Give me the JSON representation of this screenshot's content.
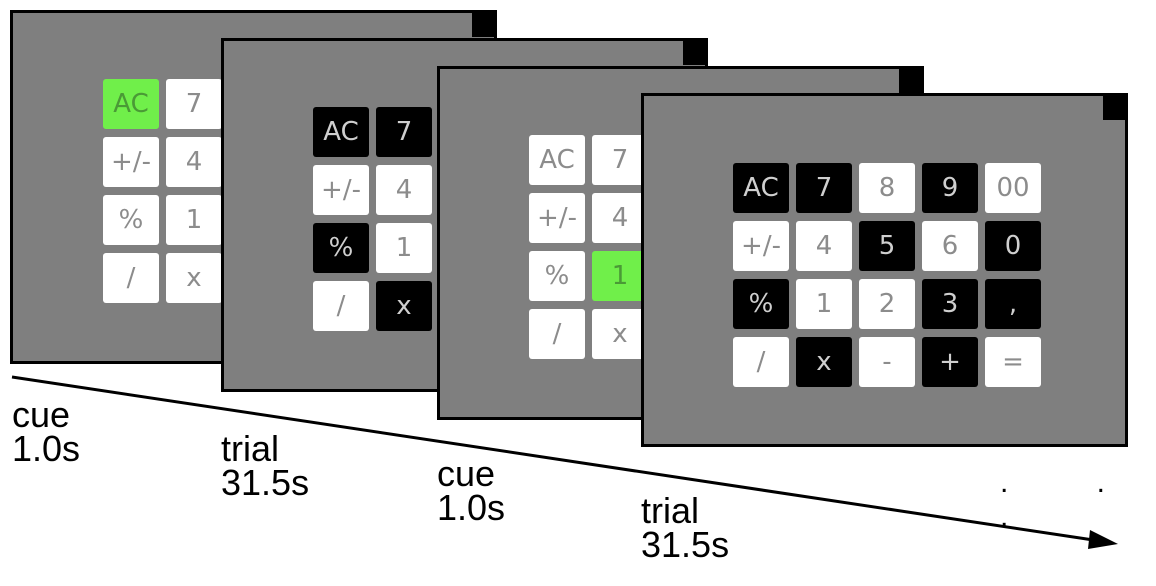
{
  "panels": [
    {
      "keys": [
        {
          "label": "AC",
          "style": "g"
        },
        {
          "label": "7",
          "style": "w"
        },
        {
          "label": "+/-",
          "style": "w"
        },
        {
          "label": "4",
          "style": "w"
        },
        {
          "label": "%",
          "style": "w"
        },
        {
          "label": "1",
          "style": "w"
        },
        {
          "label": "/",
          "style": "w"
        },
        {
          "label": "x",
          "style": "w"
        }
      ]
    },
    {
      "keys": [
        {
          "label": "AC",
          "style": "b"
        },
        {
          "label": "7",
          "style": "b"
        },
        {
          "label": "+/-",
          "style": "w"
        },
        {
          "label": "4",
          "style": "w"
        },
        {
          "label": "%",
          "style": "b"
        },
        {
          "label": "1",
          "style": "w"
        },
        {
          "label": "/",
          "style": "w"
        },
        {
          "label": "x",
          "style": "b"
        }
      ]
    },
    {
      "keys": [
        {
          "label": "AC",
          "style": "w"
        },
        {
          "label": "7",
          "style": "w"
        },
        {
          "label": "+/-",
          "style": "w"
        },
        {
          "label": "4",
          "style": "w"
        },
        {
          "label": "%",
          "style": "w"
        },
        {
          "label": "1",
          "style": "g"
        },
        {
          "label": "/",
          "style": "w"
        },
        {
          "label": "x",
          "style": "w"
        }
      ]
    },
    {
      "keys": [
        {
          "label": "AC",
          "style": "b"
        },
        {
          "label": "7",
          "style": "b"
        },
        {
          "label": "8",
          "style": "w"
        },
        {
          "label": "9",
          "style": "b"
        },
        {
          "label": "00",
          "style": "w"
        },
        {
          "label": "+/-",
          "style": "w"
        },
        {
          "label": "4",
          "style": "w"
        },
        {
          "label": "5",
          "style": "b"
        },
        {
          "label": "6",
          "style": "w"
        },
        {
          "label": "0",
          "style": "b"
        },
        {
          "label": "%",
          "style": "b"
        },
        {
          "label": "1",
          "style": "w"
        },
        {
          "label": "2",
          "style": "w"
        },
        {
          "label": "3",
          "style": "b"
        },
        {
          "label": ",",
          "style": "b"
        },
        {
          "label": "/",
          "style": "w"
        },
        {
          "label": "x",
          "style": "b"
        },
        {
          "label": "-",
          "style": "w"
        },
        {
          "label": "+",
          "style": "b"
        },
        {
          "label": "=",
          "style": "w"
        }
      ]
    }
  ],
  "timeline": [
    {
      "phase": "cue",
      "duration": "1.0s"
    },
    {
      "phase": "trial",
      "duration": "31.5s"
    },
    {
      "phase": "cue",
      "duration": "1.0s"
    },
    {
      "phase": "trial",
      "duration": "31.5s"
    }
  ],
  "continuation": ". . .",
  "colors": {
    "panel": "#7f7f7f",
    "cue_highlight": "#70ef4a",
    "white_key": "#ffffff",
    "black_key": "#000000"
  }
}
